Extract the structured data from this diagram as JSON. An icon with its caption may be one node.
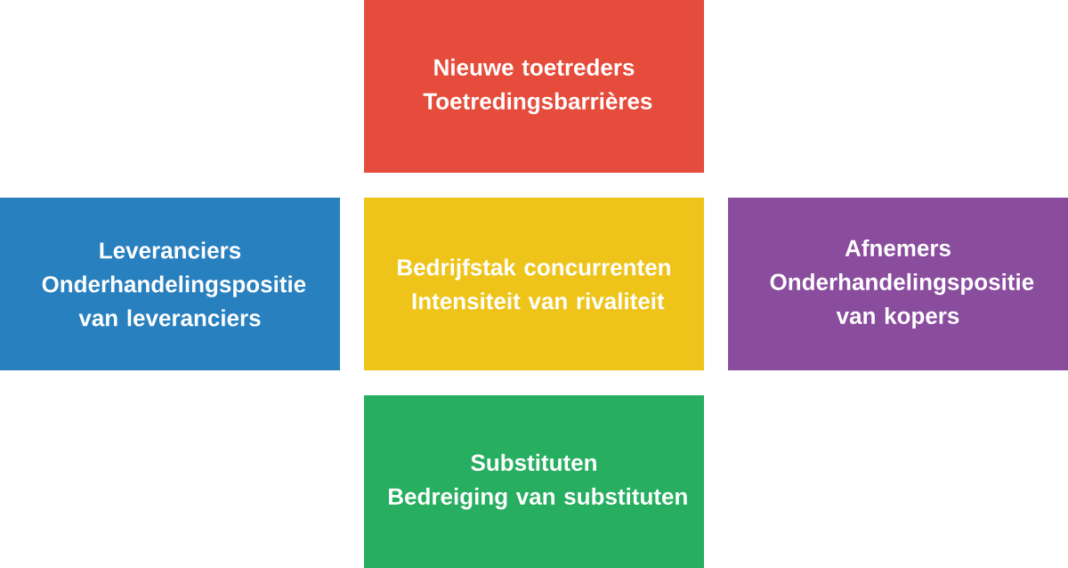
{
  "diagram": {
    "nodes": [
      {
        "text": [
          "Nieuwe toetreders",
          "Toetredingsbarrières"
        ]
      },
      {
        "text": [
          "Leveranciers",
          "Onderhandelingspositie van leveranciers"
        ]
      },
      {
        "text": [
          "Bedrijfstak concurrenten",
          "Intensiteit van rivaliteit"
        ]
      },
      {
        "text": [
          "Afnemers",
          "Onderhandelingspositie van kopers"
        ]
      },
      {
        "text": [
          "Substituten",
          "Bedreiging van substituten"
        ]
      }
    ]
  }
}
